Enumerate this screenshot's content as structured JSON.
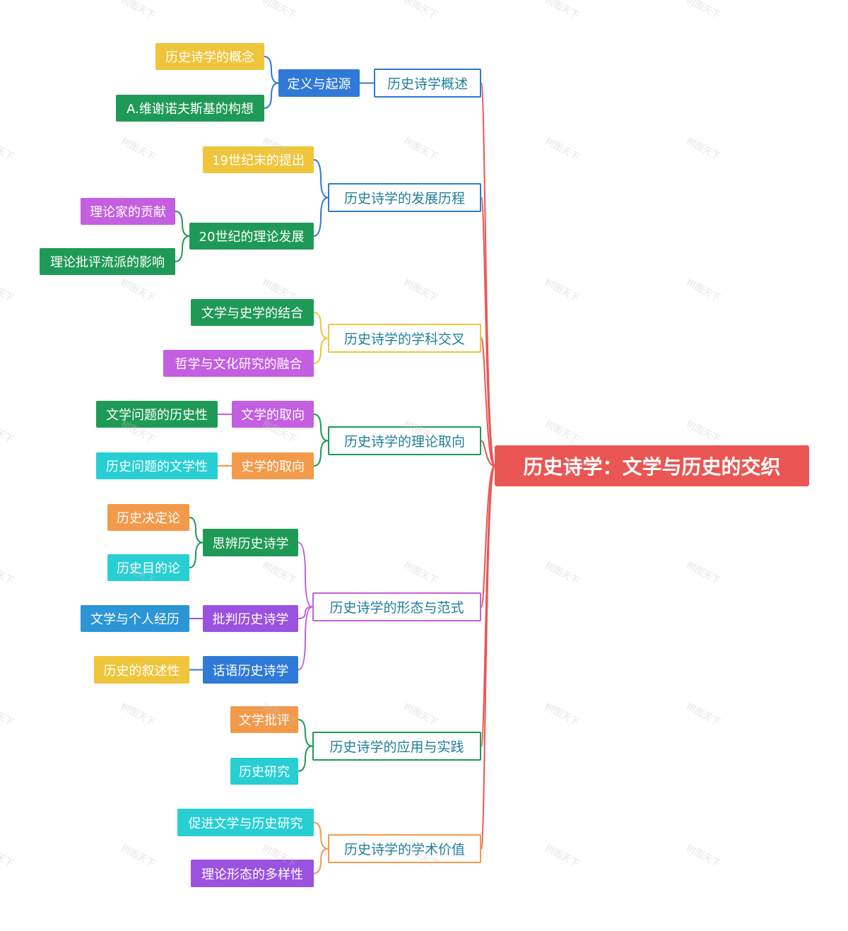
{
  "root": {
    "label": "历史诗学：文学与历史的交织",
    "color": "#e95653"
  },
  "colors": {
    "blue": "#2f7ad6",
    "green": "#1f9a56",
    "yellow": "#efc53b",
    "purple": "#c35fe0",
    "teal": "#27cfd3",
    "orange": "#f29a4a",
    "violet": "#9a52e0",
    "sky": "#2b95d5"
  },
  "branches": [
    {
      "label": "历史诗学概述",
      "line": "blue",
      "children": [
        {
          "label": "定义与起源",
          "color": "blue",
          "children": [
            {
              "label": "历史诗学的概念",
              "color": "yellow"
            },
            {
              "label": "A.维谢诺夫斯基的构想",
              "color": "green"
            }
          ]
        }
      ]
    },
    {
      "label": "历史诗学的发展历程",
      "line": "blue",
      "children": [
        {
          "label": "19世纪末的提出",
          "color": "yellow"
        },
        {
          "label": "20世纪的理论发展",
          "color": "green",
          "children": [
            {
              "label": "理论家的贡献",
              "color": "purple"
            },
            {
              "label": "理论批评流派的影响",
              "color": "green"
            }
          ]
        }
      ]
    },
    {
      "label": "历史诗学的学科交叉",
      "line": "yellow",
      "children": [
        {
          "label": "文学与史学的结合",
          "color": "green"
        },
        {
          "label": "哲学与文化研究的融合",
          "color": "purple"
        }
      ]
    },
    {
      "label": "历史诗学的理论取向",
      "line": "green",
      "children": [
        {
          "label": "文学的取向",
          "color": "purple",
          "children": [
            {
              "label": "文学问题的历史性",
              "color": "green"
            }
          ]
        },
        {
          "label": "史学的取向",
          "color": "orange",
          "children": [
            {
              "label": "历史问题的文学性",
              "color": "teal"
            }
          ]
        }
      ]
    },
    {
      "label": "历史诗学的形态与范式",
      "line": "purple",
      "children": [
        {
          "label": "思辨历史诗学",
          "color": "green",
          "children": [
            {
              "label": "历史决定论",
              "color": "orange"
            },
            {
              "label": "历史目的论",
              "color": "teal"
            }
          ]
        },
        {
          "label": "批判历史诗学",
          "color": "violet",
          "children": [
            {
              "label": "文学与个人经历",
              "color": "sky"
            }
          ]
        },
        {
          "label": "话语历史诗学",
          "color": "blue",
          "children": [
            {
              "label": "历史的叙述性",
              "color": "yellow"
            }
          ]
        }
      ]
    },
    {
      "label": "历史诗学的应用与实践",
      "line": "green",
      "children": [
        {
          "label": "文学批评",
          "color": "orange"
        },
        {
          "label": "历史研究",
          "color": "teal"
        }
      ]
    },
    {
      "label": "历史诗学的学术价值",
      "line": "orange",
      "children": [
        {
          "label": "促进文学与历史研究",
          "color": "teal"
        },
        {
          "label": "理论形态的多样性",
          "color": "violet"
        }
      ]
    }
  ]
}
